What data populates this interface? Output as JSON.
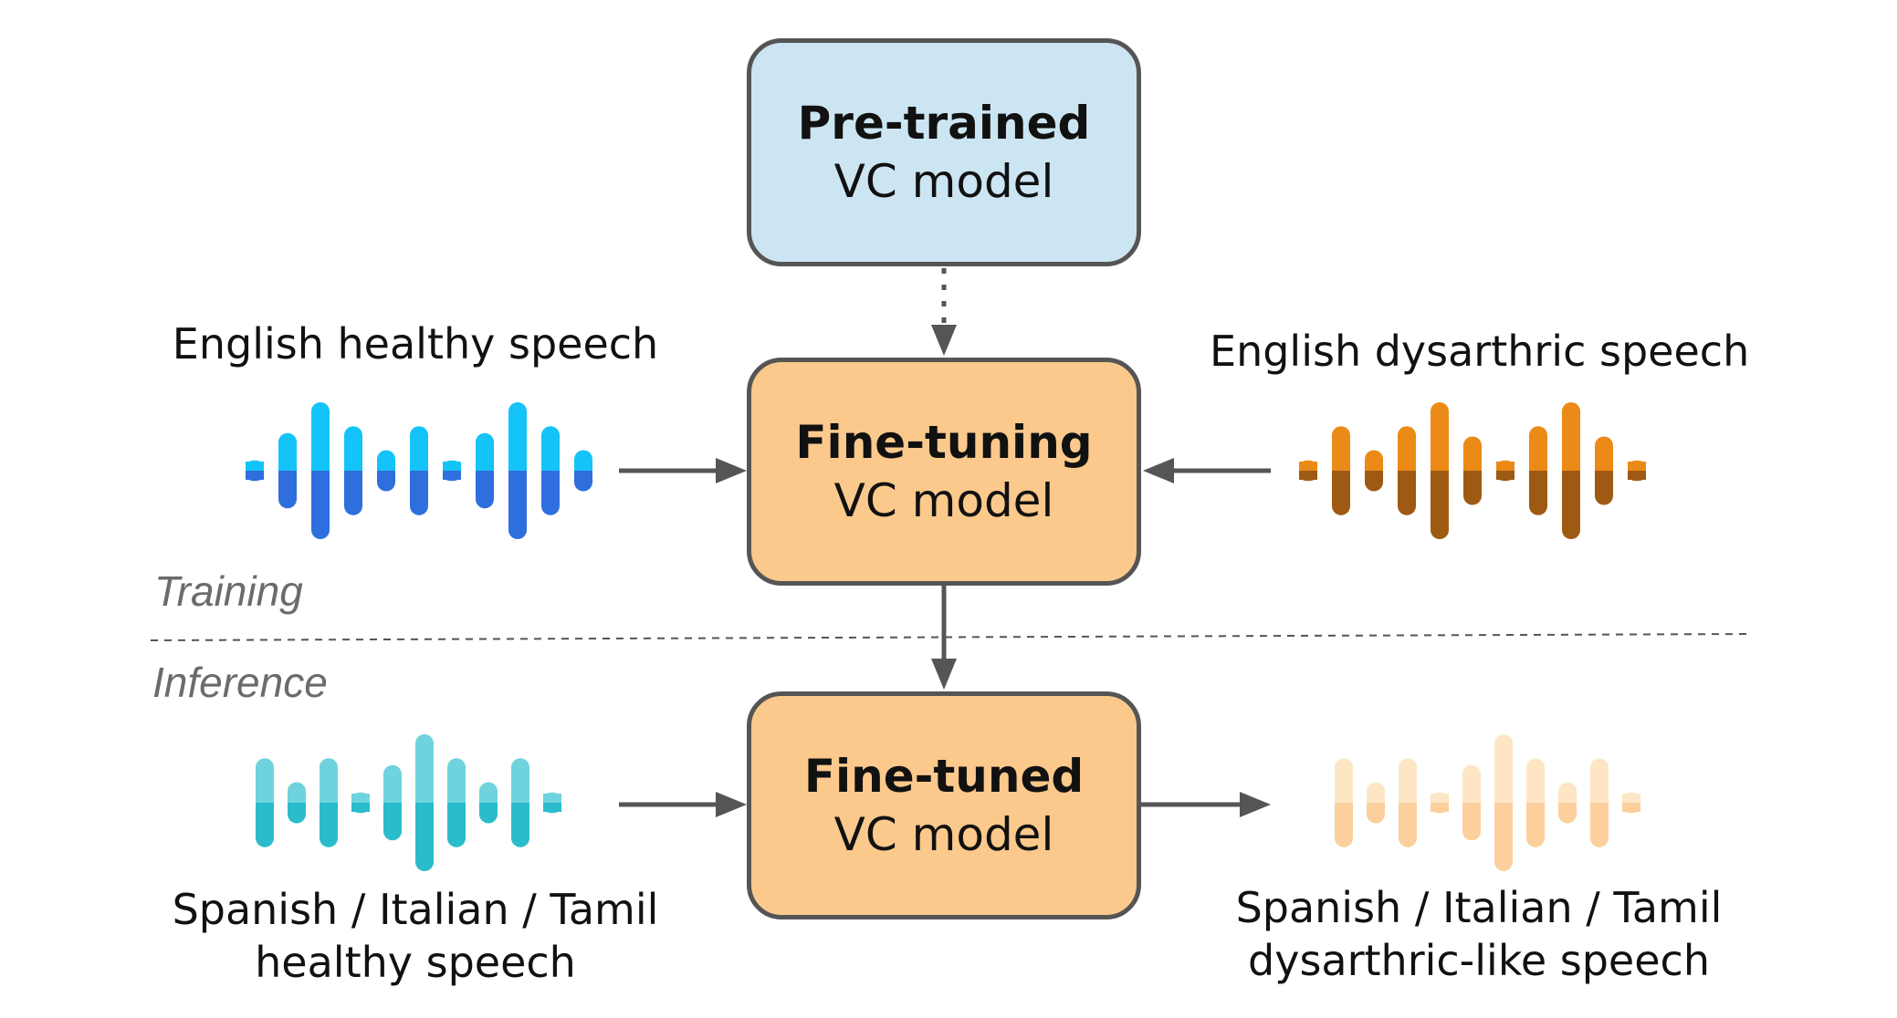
{
  "colors": {
    "pretrained_fill": "#cce5f2",
    "model_fill": "#fbc98c",
    "border": "#555555",
    "arrow": "#555555",
    "phase_text": "#6b6b6b"
  },
  "boxes": {
    "pretrained": {
      "title": "Pre-trained",
      "subtitle": "VC model"
    },
    "finetuning": {
      "title": "Fine-tuning",
      "subtitle": "VC model"
    },
    "finetuned": {
      "title": "Fine-tuned",
      "subtitle": "VC model"
    }
  },
  "labels": {
    "english_healthy": "English healthy speech",
    "english_dysarthric": "English dysarthric speech",
    "other_healthy_line1": "Spanish / Italian / Tamil",
    "other_healthy_line2": "healthy speech",
    "other_dysarthric_line1": "Spanish / Italian / Tamil",
    "other_dysarthric_line2": "dysarthric-like speech"
  },
  "phases": {
    "training": "Training",
    "inference": "Inference"
  },
  "waveforms": {
    "english_healthy": {
      "icon": "waveform-icon",
      "top": "#14c3f7",
      "bottom": "#2f6fdd",
      "levels": [
        0.15,
        0.55,
        1.0,
        0.65,
        0.3,
        0.65,
        0.15,
        0.55,
        1.0,
        0.65,
        0.3
      ]
    },
    "english_dysarthric": {
      "icon": "waveform-icon",
      "top": "#ec8a17",
      "bottom": "#9e5a12",
      "levels": [
        0.15,
        0.65,
        0.3,
        0.65,
        1.0,
        0.5,
        0.15,
        0.65,
        1.0,
        0.5,
        0.15
      ]
    },
    "other_healthy": {
      "icon": "waveform-icon",
      "top": "#6fd3de",
      "bottom": "#2bbccc",
      "levels": [
        0.65,
        0.3,
        0.65,
        0.15,
        0.55,
        1.0,
        0.65,
        0.3,
        0.65,
        0.15
      ]
    },
    "other_dysarthric": {
      "icon": "waveform-icon",
      "top": "#fde6c6",
      "bottom": "#fbd09c",
      "levels": [
        0.65,
        0.3,
        0.65,
        0.15,
        0.55,
        1.0,
        0.65,
        0.3,
        0.65,
        0.15
      ]
    }
  }
}
